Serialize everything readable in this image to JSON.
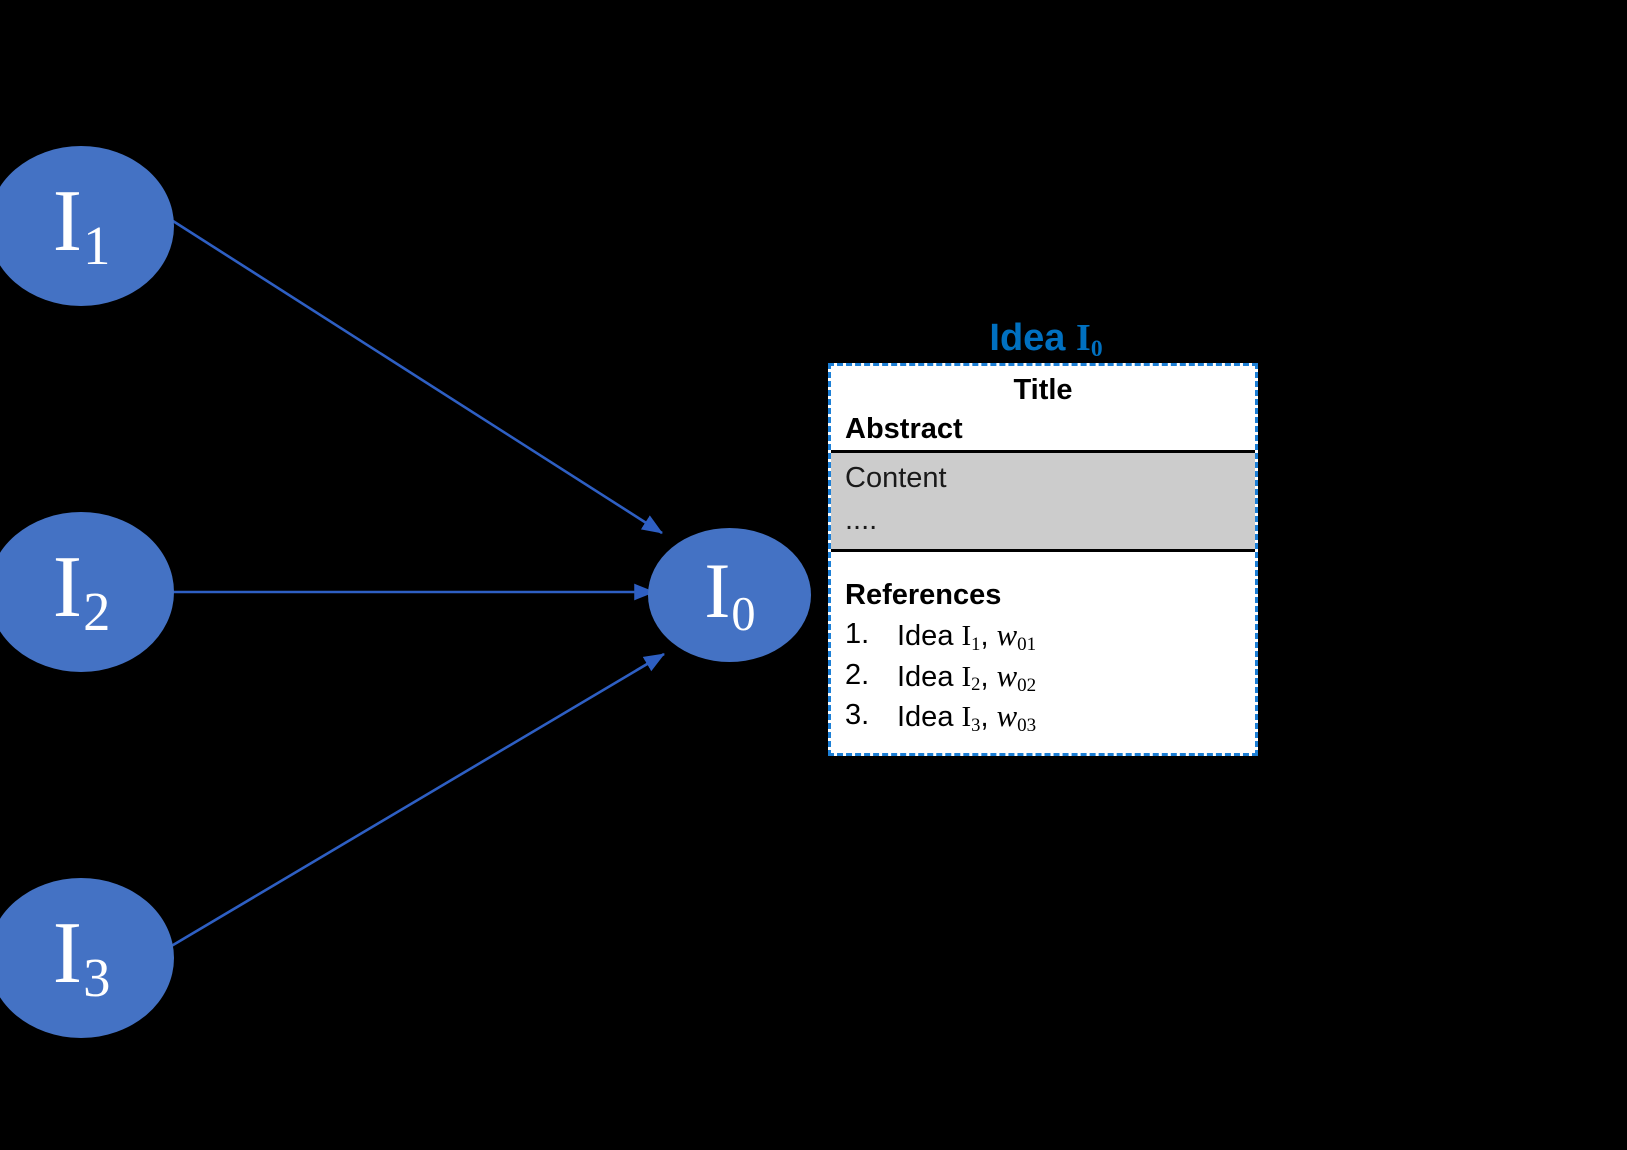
{
  "diagram": {
    "background_color": "#000000",
    "node_color": "#4472C4",
    "edge_color": "#2E5FC3",
    "accent_color": "#0070C0",
    "card_border_color": "#1C7FD6",
    "content_band_color": "#CCCCCC"
  },
  "nodes": [
    {
      "id": "I1",
      "letter": "I",
      "sub": "1",
      "label": "I1"
    },
    {
      "id": "I2",
      "letter": "I",
      "sub": "2",
      "label": "I2"
    },
    {
      "id": "I3",
      "letter": "I",
      "sub": "3",
      "label": "I3"
    },
    {
      "id": "I0",
      "letter": "I",
      "sub": "0",
      "label": "I0"
    }
  ],
  "edges": [
    {
      "from": "I1",
      "to": "I0"
    },
    {
      "from": "I2",
      "to": "I0"
    },
    {
      "from": "I3",
      "to": "I0"
    }
  ],
  "card": {
    "heading_prefix": "Idea ",
    "heading_letter": "I",
    "heading_sub": "0",
    "title_label": "Title",
    "abstract_label": "Abstract",
    "content_lines": [
      "Content",
      "...."
    ],
    "references_heading": "References",
    "references": [
      {
        "num": "1.",
        "prefix": "Idea ",
        "idea_letter": "I",
        "idea_sub": "1",
        "sep": ", ",
        "weight_letter": "w",
        "weight_sub": "01"
      },
      {
        "num": "2.",
        "prefix": "Idea ",
        "idea_letter": "I",
        "idea_sub": "2",
        "sep": ", ",
        "weight_letter": "w",
        "weight_sub": "02"
      },
      {
        "num": "3.",
        "prefix": "Idea ",
        "idea_letter": "I",
        "idea_sub": "3",
        "sep": ", ",
        "weight_letter": "w",
        "weight_sub": "03"
      }
    ]
  }
}
